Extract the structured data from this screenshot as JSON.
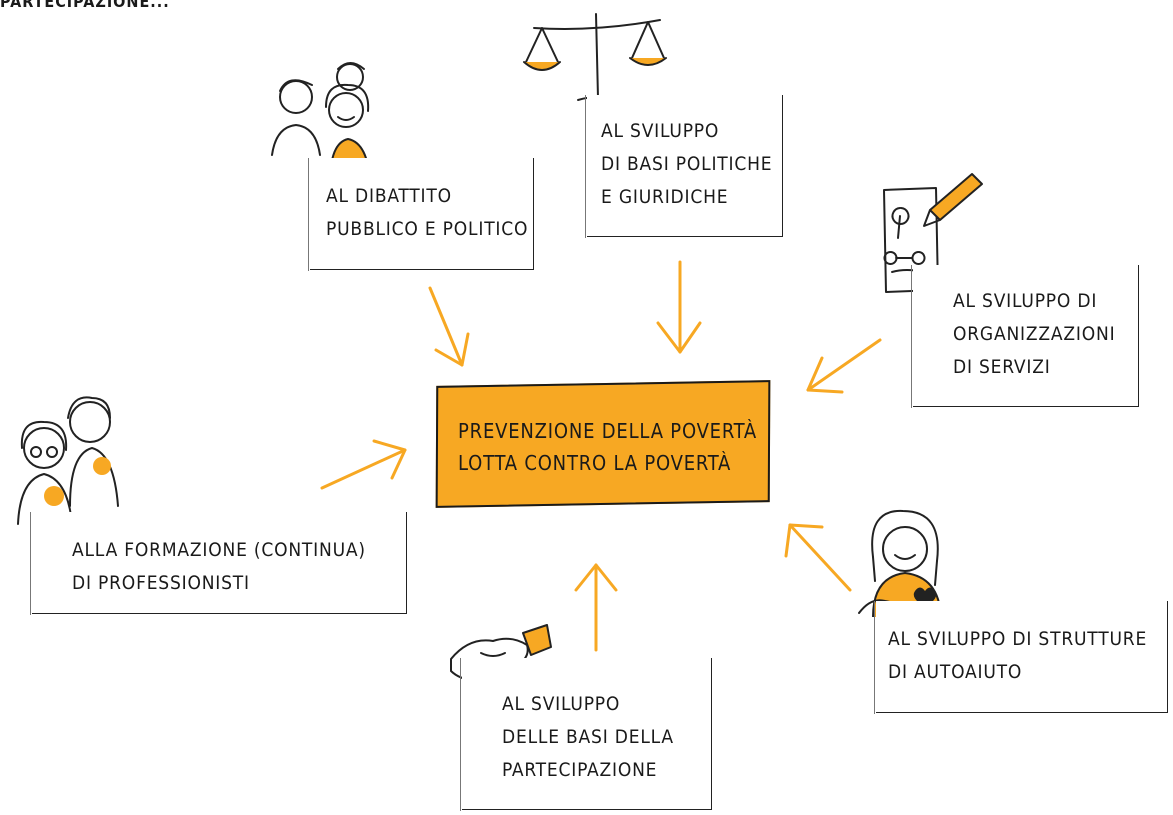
{
  "header": {
    "title": "PARTECIPAZIONE..."
  },
  "center": {
    "lines": [
      "PREVENZIONE DELLA POVERTÀ",
      "LOTTA CONTRO LA POVERTÀ"
    ]
  },
  "boxes": {
    "dibattito": {
      "lines": [
        "AL DIBATTITO",
        "PUBBLICO E POLITICO"
      ],
      "icon": "people-group-icon"
    },
    "basi_politiche": {
      "lines": [
        "AL SVILUPPO",
        "DI BASI POLITICHE",
        "E GIURIDICHE"
      ],
      "icon": "scales-icon"
    },
    "organizzazioni": {
      "lines": [
        "AL SVILUPPO DI",
        "ORGANIZZAZIONI",
        "DI SERVIZI"
      ],
      "icon": "pencil-document-icon"
    },
    "formazione": {
      "lines": [
        "ALLA FORMAZIONE (CONTINUA)",
        "DI PROFESSIONISTI"
      ],
      "icon": "professionals-icon"
    },
    "autoaiuto": {
      "lines": [
        "AL SVILUPPO DI STRUTTURE",
        "DI AUTOAIUTO"
      ],
      "icon": "girl-heart-icon"
    },
    "partecipazione": {
      "lines": [
        "AL SVILUPPO",
        "DELLE BASI DELLA",
        "PARTECIPAZIONE"
      ],
      "icon": "handshake-icon"
    }
  },
  "colors": {
    "accent": "#f7a823",
    "ink": "#1a1a1a",
    "background": "#ffffff"
  }
}
